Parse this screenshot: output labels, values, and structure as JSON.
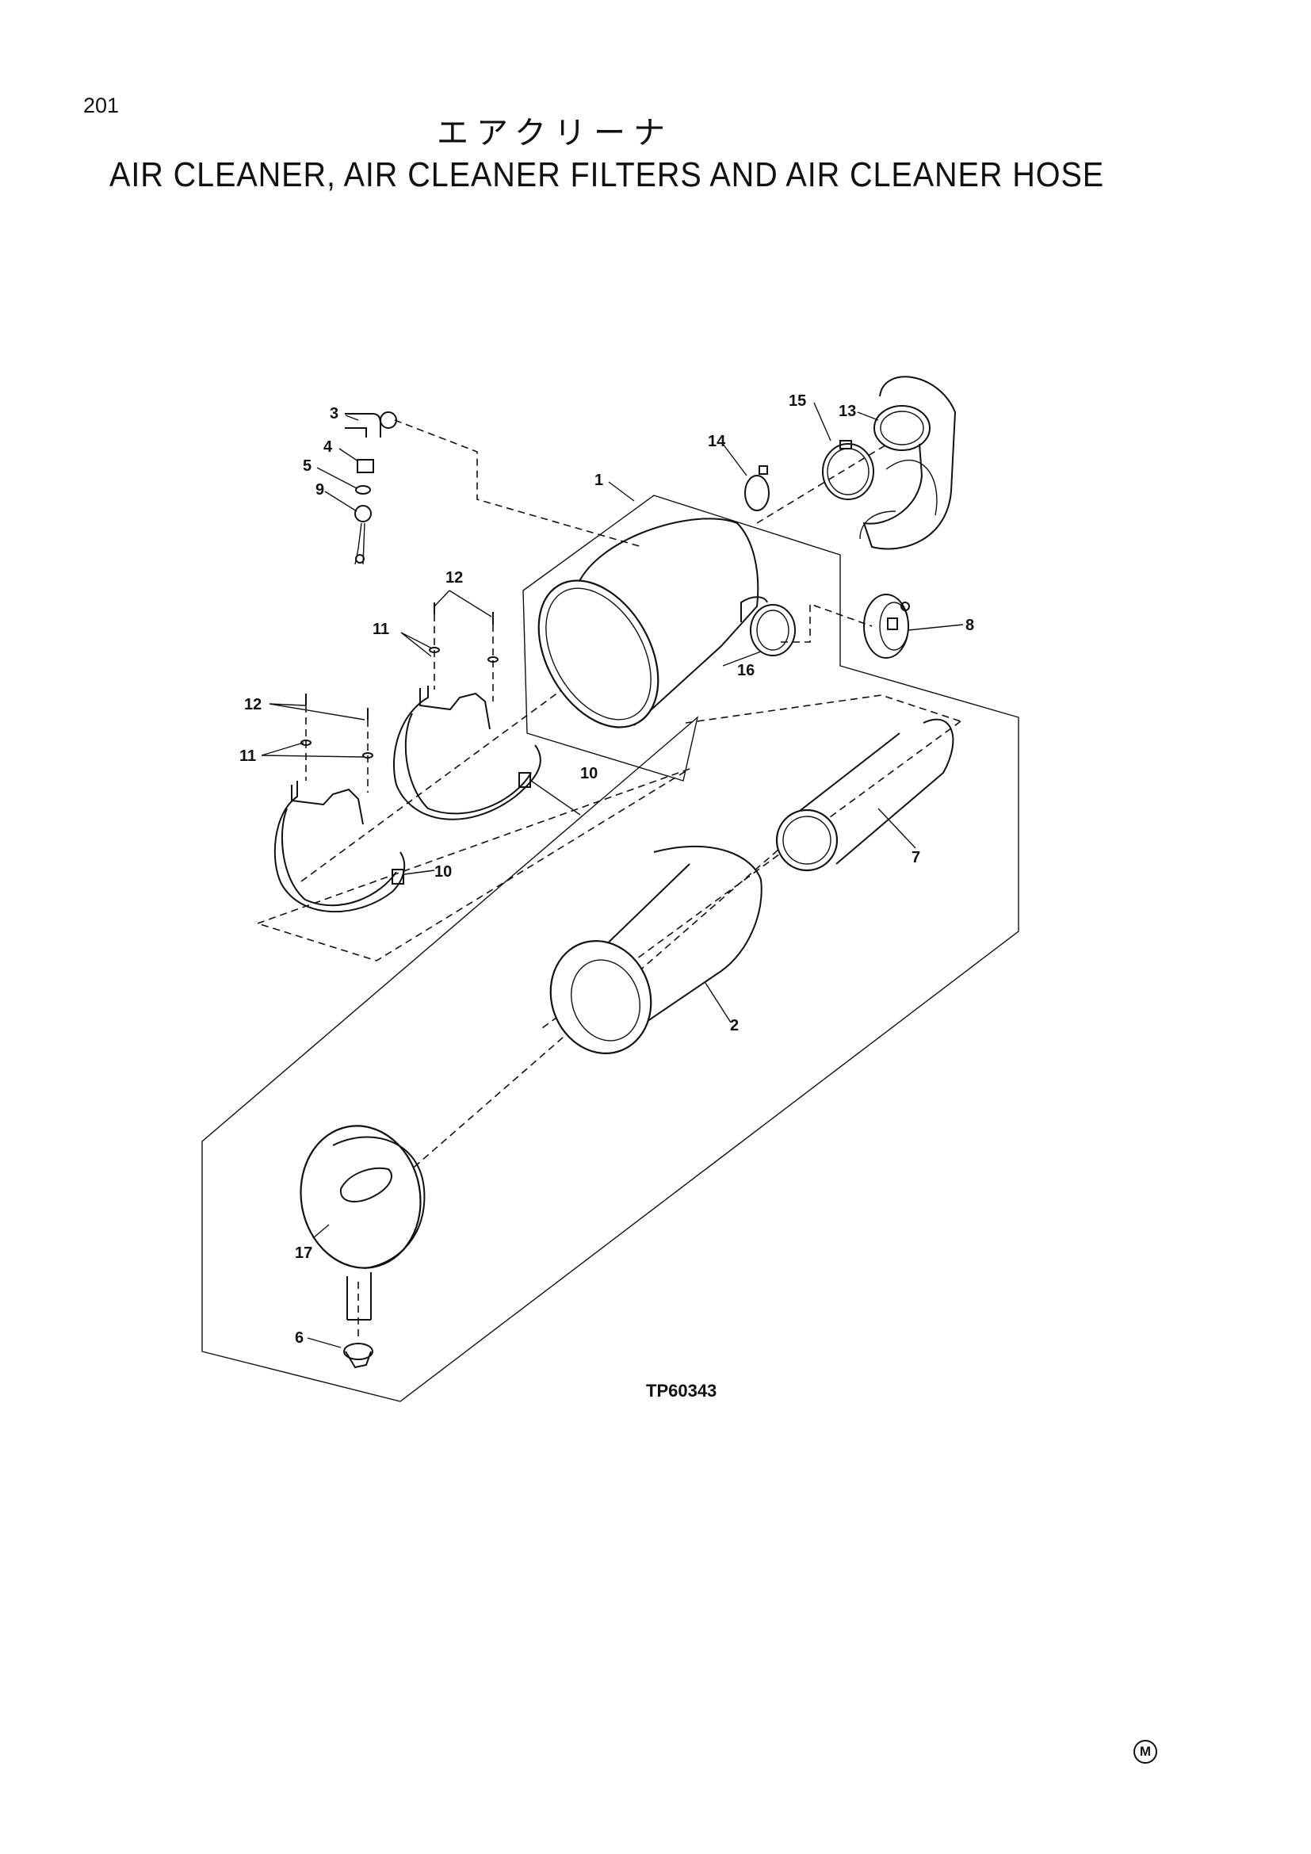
{
  "header": {
    "page_number": "201",
    "title_jp": "エアクリーナ",
    "title_en": "AIR CLEANER, AIR CLEANER FILTERS AND AIR CLEANER HOSE"
  },
  "diagram": {
    "drawing_number": "TP60343",
    "callouts": {
      "c1": "1",
      "c2": "2",
      "c3": "3",
      "c4": "4",
      "c5": "5",
      "c6": "6",
      "c7": "7",
      "c8": "8",
      "c9": "9",
      "c10a": "10",
      "c10b": "10",
      "c11a": "11",
      "c11b": "11",
      "c12a": "12",
      "c12b": "12",
      "c13": "13",
      "c14": "14",
      "c15": "15",
      "c16": "16",
      "c17": "17"
    }
  },
  "footer": {
    "mark": "M"
  }
}
